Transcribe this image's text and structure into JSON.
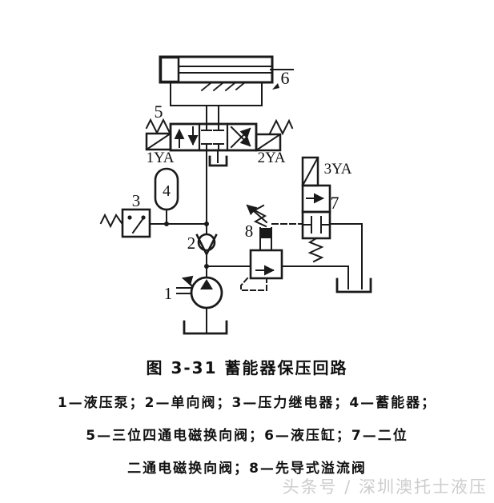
{
  "labels": {
    "pump": "1",
    "check_valve": "2",
    "pressure_relay": "3",
    "accumulator": "4",
    "directional_valve": "5",
    "cylinder": "6",
    "two_position_valve": "7",
    "relief_valve": "8",
    "solenoid_1ya": "1YA",
    "solenoid_2ya": "2YA",
    "solenoid_3ya": "3YA"
  },
  "caption": {
    "title": "图 3-31  蓄能器保压回路",
    "legend_line1": "1—液压泵；2—单向阀；3—压力继电器；4—蓄能器；",
    "legend_line2": "5—三位四通电磁换向阀；6—液压缸；7—二位",
    "legend_line3": "二通电磁换向阀；8—先导式溢流阀"
  },
  "watermark": {
    "text": "头条号 / 深圳澳托士液压"
  },
  "colors": {
    "line": "#1a1a1a",
    "watermark": "#cdcdcd",
    "background": "#ffffff"
  }
}
